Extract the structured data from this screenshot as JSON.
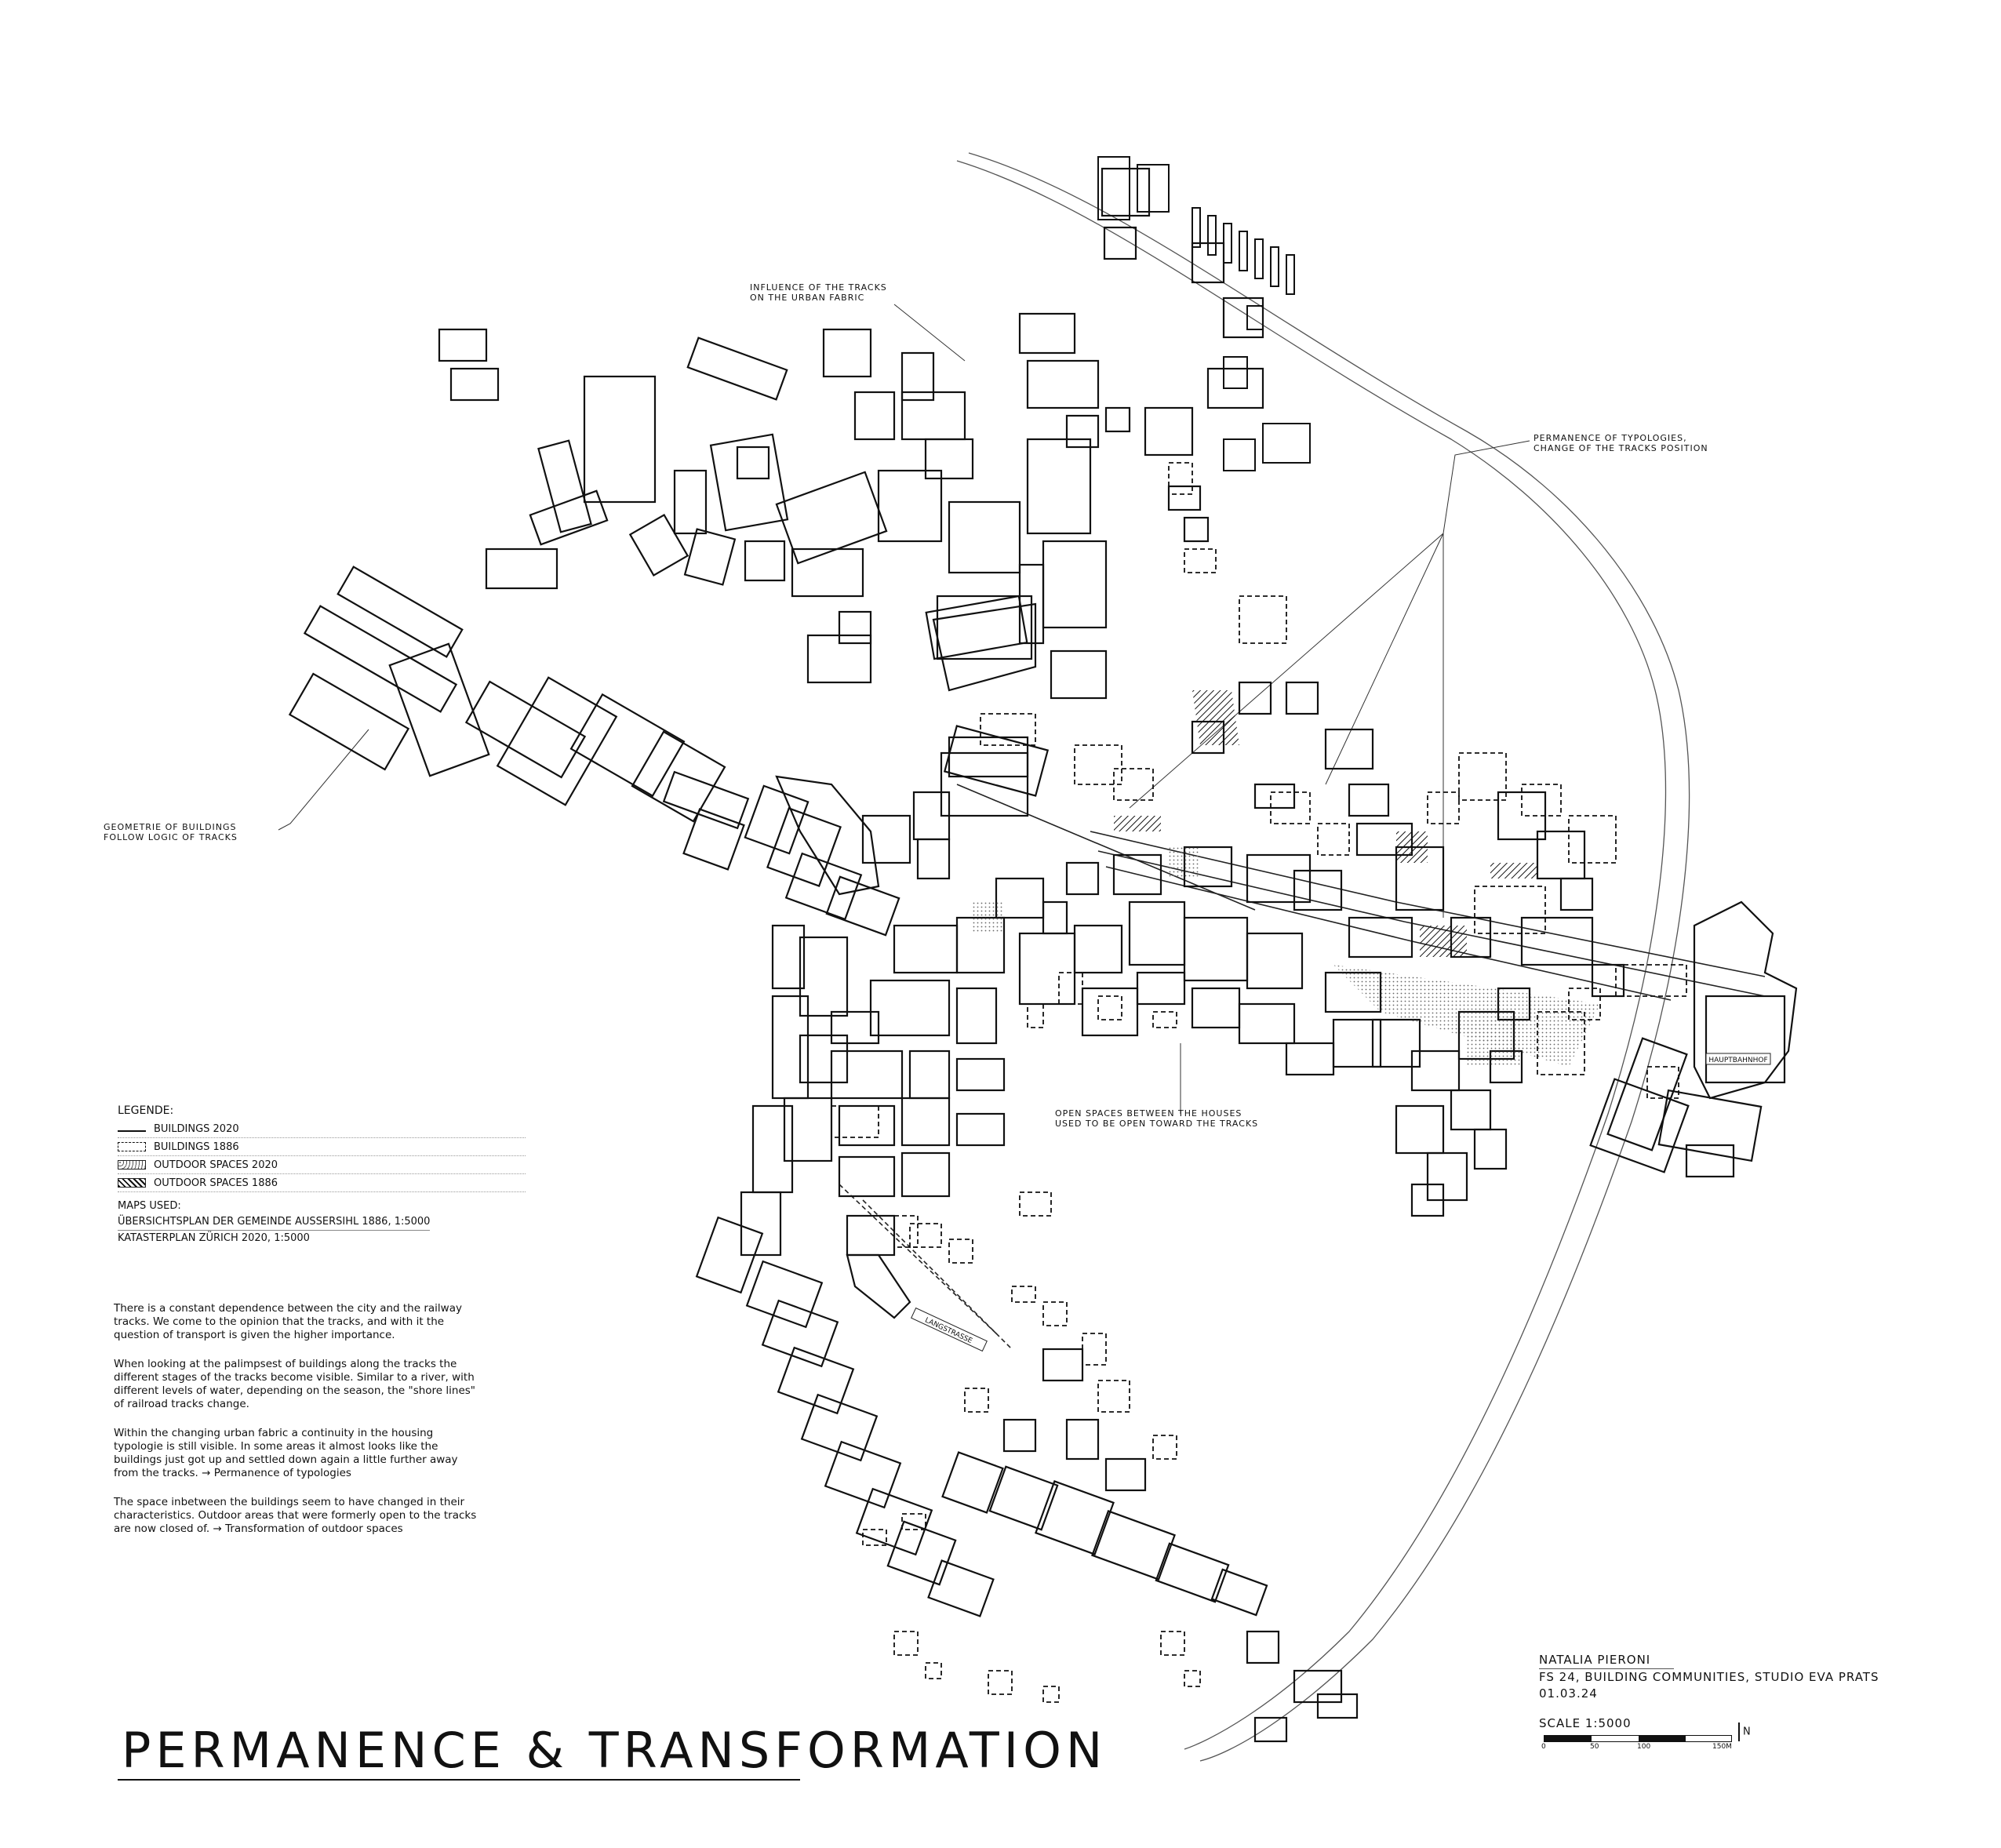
{
  "annotations": {
    "influence": "INFLUENCE OF THE TRACKS\nON THE URBAN FABRIC",
    "permanence": "PERMANENCE OF TYPOLOGIES,\nCHANGE OF THE TRACKS POSITION",
    "geometry": "GEOMETRIE OF BUILDINGS\nFOLLOW LOGIC OF TRACKS",
    "open_spaces": "OPEN SPACES BETWEEN THE HOUSES\nUSED TO BE OPEN TOWARD THE TRACKS"
  },
  "station_labels": {
    "hauptbahnhof": "HAUPTBAHNHOF",
    "langstrasse": "LANGSTRASSE"
  },
  "legend": {
    "heading": "LEGENDE:",
    "items": [
      {
        "label": "BUILDINGS 2020",
        "symbol": "b2020"
      },
      {
        "label": "BUILDINGS 1886",
        "symbol": "b1886"
      },
      {
        "label": "OUTDOOR SPACES 2020",
        "symbol": "o2020"
      },
      {
        "label": "OUTDOOR SPACES 1886",
        "symbol": "o1886"
      }
    ]
  },
  "maps_used": {
    "heading": "MAPS USED:",
    "line1": "ÜBERSICHTSPLAN DER GEMEINDE AUSSERSIHL 1886, 1:5000",
    "line2": "KATASTERPLAN ZÜRICH 2020, 1:5000"
  },
  "paragraphs": [
    "There is a constant dependence between the city and the railway tracks. We come to the opinion that the tracks, and with it the question of transport is given the higher importance.",
    "When looking at the palimpsest of buildings along the tracks the different stages of the tracks become visible. Similar to a river, with different levels of water, depending on the season, the \"shore lines\" of railroad tracks change.",
    "Within the changing urban fabric a continuity in the housing typologie is still visible. In some areas it almost looks like the buildings just got up and settled down again a little further away from the tracks. → Permanence of typologies",
    "The space inbetween the buildings seem to have changed in their characteristics. Outdoor areas that were formerly open to the tracks are now closed of. → Transformation of outdoor spaces"
  ],
  "title": "PERMANENCE & TRANSFORMATION",
  "author": {
    "name": "NATALIA PIERONI",
    "course": "FS 24, BUILDING COMMUNITIES, STUDIO EVA PRATS",
    "date": "01.03.24"
  },
  "scale": {
    "label": "SCALE 1:5000",
    "ticks": [
      "0",
      "50",
      "100",
      "150M"
    ],
    "north": "N"
  },
  "colors": {
    "ink": "#111111",
    "paper": "#ffffff",
    "river": "#555555"
  }
}
